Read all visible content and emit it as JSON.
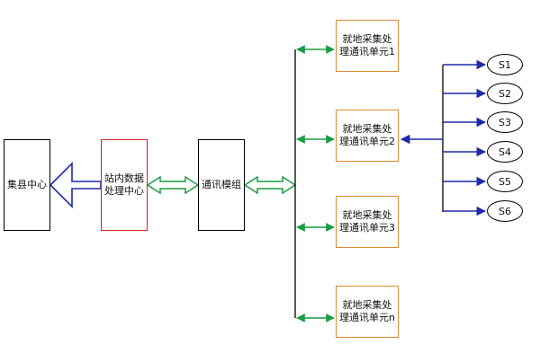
{
  "nodes": {
    "center": "集县中心",
    "processing": [
      "站内数据",
      "处理中心"
    ],
    "comm": "通讯模组",
    "units": [
      [
        "就地采集处",
        "理通讯单元1"
      ],
      [
        "就地采集处",
        "理通讯单元2"
      ],
      [
        "就地采集处",
        "理通讯单元3"
      ],
      [
        "就地采集处",
        "理通讯单元n"
      ]
    ],
    "sensors": [
      "S1",
      "S2",
      "S3",
      "S4",
      "S5",
      "S6"
    ]
  },
  "colors": {
    "green_link": "#1a9c45",
    "blue_link": "#1f2aa8",
    "processing_border": "#d12222",
    "unit_border": "#e08a2e"
  }
}
